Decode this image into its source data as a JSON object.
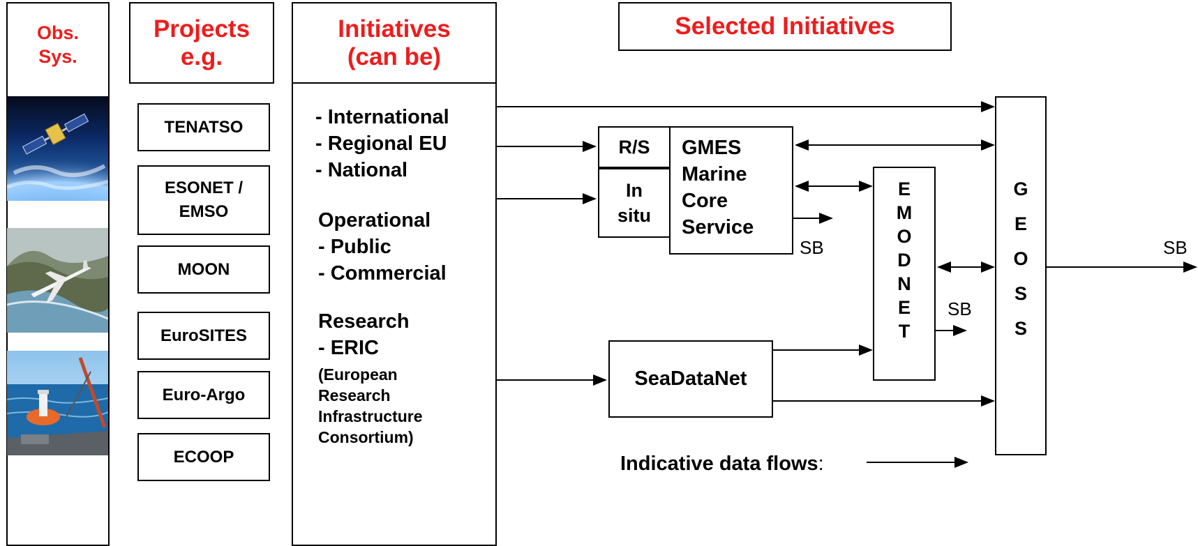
{
  "columns": {
    "obs_sys": {
      "header": [
        "Obs.",
        "Sys."
      ]
    },
    "projects": {
      "header": [
        "Projects",
        "e.g."
      ]
    },
    "initiatives": {
      "header": [
        "Initiatives",
        "(can be)"
      ]
    },
    "selected": {
      "header": "Selected Initiatives"
    }
  },
  "photos": [
    {
      "icon": "satellite-earth-photo"
    },
    {
      "icon": "aircraft-coast-photo"
    },
    {
      "icon": "ship-buoy-photo"
    }
  ],
  "projects": [
    "TENATSO",
    "ESONET / EMSO",
    "MOON",
    "EuroSITES",
    "Euro-Argo",
    "ECOOP"
  ],
  "initiatives": {
    "group1": [
      "- International",
      "- Regional EU",
      "- National"
    ],
    "group2_title": "Operational",
    "group2": [
      "- Public",
      "- Commercial"
    ],
    "group3_title": "Research",
    "group3_item": "- ERIC",
    "group3_note": [
      "(European",
      "Research",
      "Infrastructure",
      "Consortium)"
    ]
  },
  "nodes": {
    "rs": "R/S",
    "insitu": [
      "In",
      "situ"
    ],
    "gmes": [
      "GMES",
      "Marine",
      "Core",
      "Service"
    ],
    "emodnet": [
      "E",
      "M",
      "O",
      "D",
      "N",
      "E",
      "T"
    ],
    "geoss": [
      "G",
      "E",
      "O",
      "S",
      "S"
    ],
    "seadatanet": "SeaDataNet"
  },
  "sb_labels": {
    "gmes": "SB",
    "emodnet": "SB",
    "geoss": "SB"
  },
  "legend": {
    "label": "Indicative data flows",
    "suffix": ":"
  },
  "colors": {
    "header_red": "#ee1c1c",
    "line": "#000000"
  }
}
